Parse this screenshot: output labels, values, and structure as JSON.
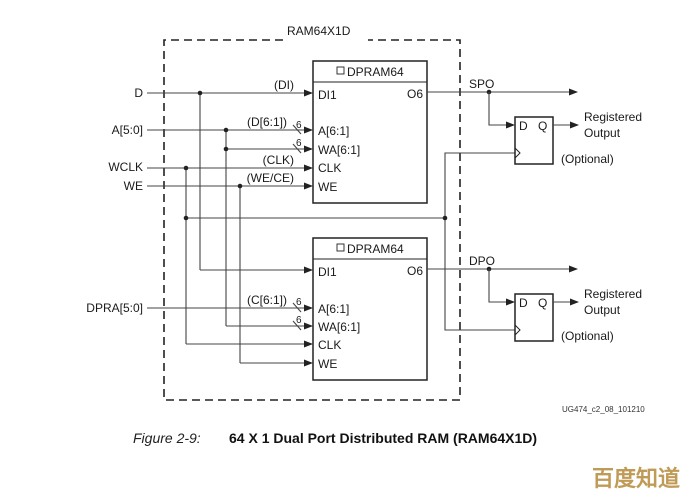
{
  "diagram": {
    "outer_block_title": "RAM64X1D",
    "inputs": {
      "d": "D",
      "a": "A[5:0]",
      "wclk": "WCLK",
      "we": "WE",
      "dpra": "DPRA[5:0]"
    },
    "wire_labels": {
      "di": "(DI)",
      "d61": "(D[6:1])",
      "clk": "(CLK)",
      "wece": "(WE/CE)",
      "c61": "(C[6:1])",
      "bus_width": "6"
    },
    "top_ram": {
      "title": "DPRAM64",
      "ports": [
        "DI1",
        "A[6:1]",
        "WA[6:1]",
        "CLK",
        "WE"
      ],
      "output_port": "O6"
    },
    "bottom_ram": {
      "title": "DPRAM64",
      "ports": [
        "DI1",
        "A[6:1]",
        "WA[6:1]",
        "CLK",
        "WE"
      ],
      "output_port": "O6"
    },
    "outputs": {
      "spo": "SPO",
      "dpo": "DPO"
    },
    "flipflop": {
      "d": "D",
      "q": "Q",
      "registered_line1": "Registered",
      "registered_line2": "Output",
      "optional": "(Optional)"
    },
    "figure_id": "UG474_c2_08_101210"
  },
  "caption": {
    "number": "Figure 2-9:",
    "title": "64 X 1 Dual Port Distributed RAM (RAM64X1D)"
  },
  "watermark": "百度知道"
}
